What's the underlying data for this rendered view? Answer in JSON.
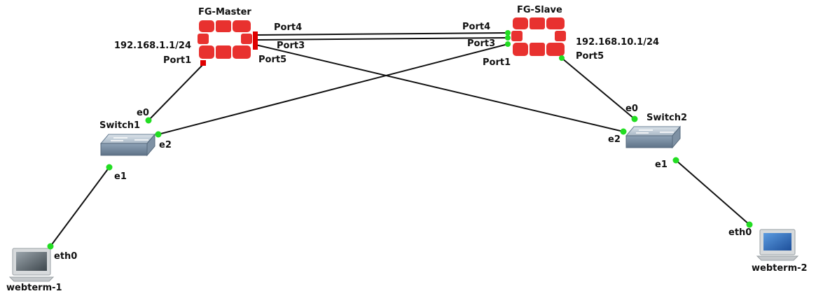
{
  "nodes": {
    "fg_master": {
      "label": "FG-Master",
      "ip": "192.168.1.1/24"
    },
    "fg_slave": {
      "label": "FG-Slave",
      "ip": "192.168.10.1/24"
    },
    "switch1": {
      "label": "Switch1"
    },
    "switch2": {
      "label": "Switch2"
    },
    "webterm1": {
      "label": "webterm-1"
    },
    "webterm2": {
      "label": "webterm-2"
    }
  },
  "ports": {
    "master_port1": "Port1",
    "master_port3": "Port3",
    "master_port4": "Port4",
    "master_port5": "Port5",
    "slave_port1": "Port1",
    "slave_port3": "Port3",
    "slave_port4": "Port4",
    "slave_port5": "Port5",
    "sw1_e0": "e0",
    "sw1_e1": "e1",
    "sw1_e2": "e2",
    "sw2_e0": "e0",
    "sw2_e1": "e1",
    "sw2_e2": "e2",
    "wt1_eth0": "eth0",
    "wt2_eth0": "eth0"
  },
  "links": [
    {
      "from": "FG-Master Port1",
      "to": "Switch1 e0"
    },
    {
      "from": "FG-Master Port4",
      "to": "FG-Slave Port4"
    },
    {
      "from": "FG-Master Port3",
      "to": "FG-Slave Port3"
    },
    {
      "from": "FG-Master Port5",
      "to": "Switch2 e2"
    },
    {
      "from": "FG-Slave Port1",
      "to": "Switch1 e2"
    },
    {
      "from": "FG-Slave Port5",
      "to": "Switch2 e0"
    },
    {
      "from": "Switch1 e1",
      "to": "webterm-1 eth0"
    },
    {
      "from": "Switch2 e1",
      "to": "webterm-2 eth0"
    }
  ],
  "colors": {
    "fortigate_red": "#e8312f",
    "port_up": "#22dd22",
    "port_red": "#e00000",
    "link": "#111111",
    "switch_top": "#b9c7d4",
    "switch_side": "#7f93a8"
  },
  "icons": {
    "firewall": "fortigate-icon",
    "switch": "switch-icon",
    "host": "computer-icon"
  }
}
